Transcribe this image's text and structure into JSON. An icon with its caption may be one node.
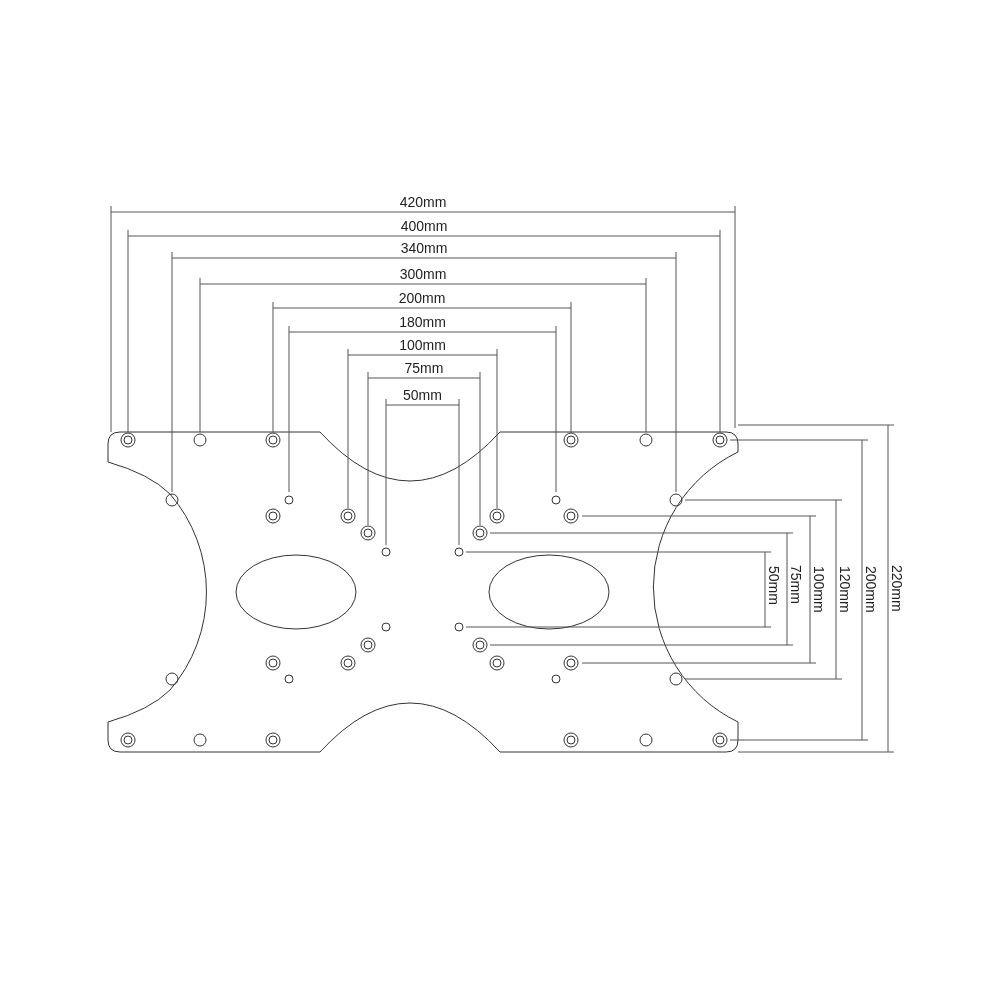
{
  "diagram": {
    "labels": [
      "420mm",
      "400mm",
      "340mm",
      "300mm",
      "200mm",
      "180mm",
      "100mm",
      "75mm",
      "50mm",
      "50mm",
      "75mm",
      "100mm",
      "120mm",
      "200mm",
      "220mm"
    ]
  }
}
